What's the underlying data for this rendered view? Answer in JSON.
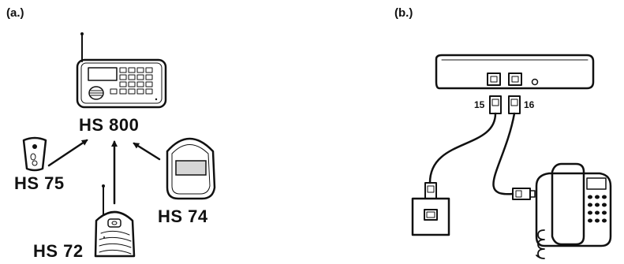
{
  "panels": {
    "a_label": "(a.)",
    "b_label": "(b.)"
  },
  "devices": {
    "main_unit": "HS 800",
    "remote": "HS 75",
    "motion_sensor": "HS 74",
    "door_sensor": "HS 72"
  },
  "jacks": {
    "left": "15",
    "right": "16"
  }
}
